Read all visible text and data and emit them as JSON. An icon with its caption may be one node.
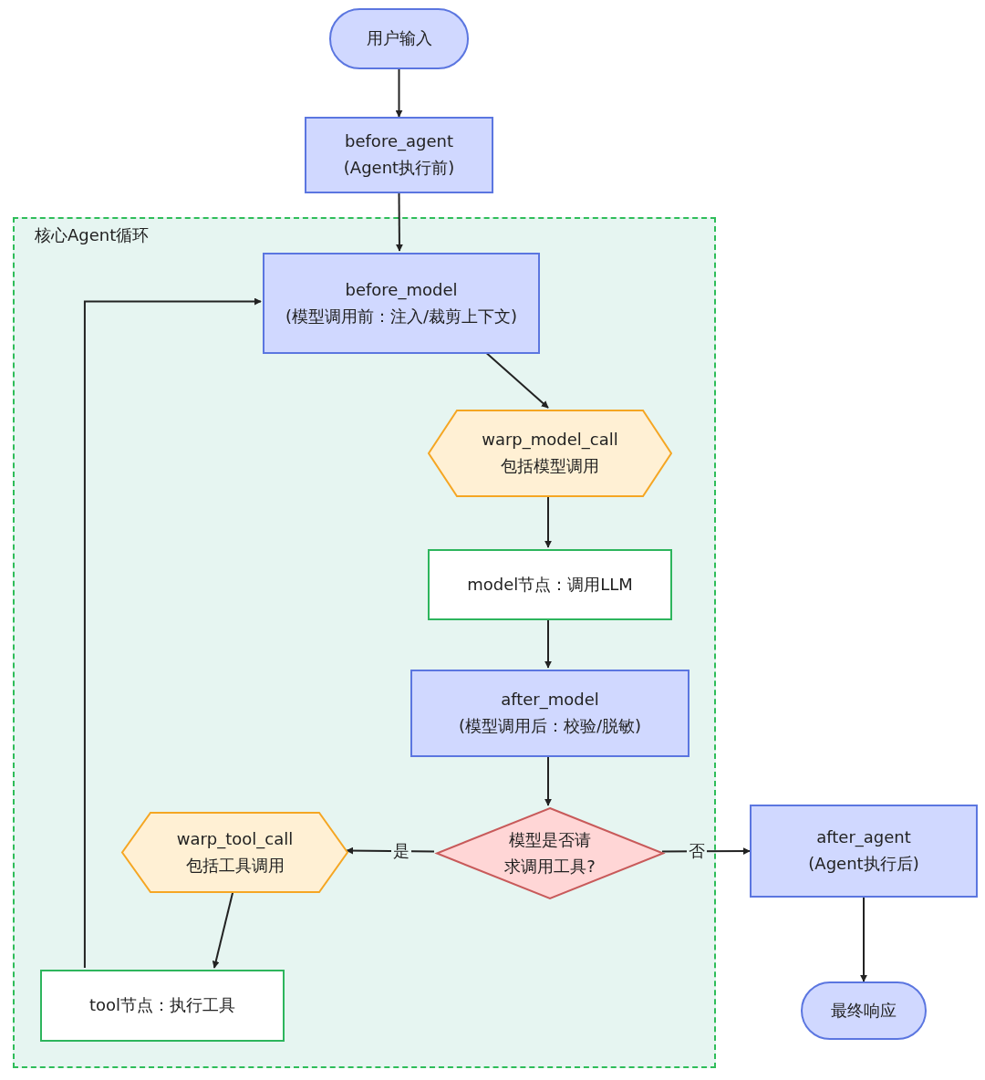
{
  "diagram": {
    "nodes": [
      {
        "text": [
          "用户输入"
        ]
      },
      {
        "text": [
          "before_agent",
          "(Agent执行前)"
        ]
      },
      {
        "text": [
          "核心Agent循环"
        ]
      },
      {
        "text": [
          "before_model",
          "(模型调用前：注入/裁剪上下文)"
        ],
        "in": 2
      },
      {
        "text": [
          "warp_model_call",
          "包括模型调用"
        ],
        "in": 2
      },
      {
        "text": [
          "model节点：调用LLM"
        ],
        "in": 2
      },
      {
        "text": [
          "after_model",
          "(模型调用后：校验/脱敏)"
        ],
        "in": 2
      },
      {
        "text": [
          "模型是否请求调用工具?"
        ],
        "in": 2
      },
      {
        "text": [
          "warp_tool_call",
          "包括工具调用"
        ],
        "in": 2
      },
      {
        "text": [
          "tool节点：执行工具"
        ],
        "in": 2
      },
      {
        "text": [
          "after_agent",
          "(Agent执行后)"
        ]
      },
      {
        "text": [
          "最终响应"
        ]
      }
    ],
    "edges": [
      {
        "from": 0,
        "to": 1,
        "arrow": "to"
      },
      {
        "from": 1,
        "to": 3,
        "arrow": "to"
      },
      {
        "from": 3,
        "to": 4,
        "arrow": "to"
      },
      {
        "from": 4,
        "to": 5,
        "arrow": "to"
      },
      {
        "from": 5,
        "to": 6,
        "arrow": "to"
      },
      {
        "from": 6,
        "to": 7,
        "arrow": "to"
      },
      {
        "from": 7,
        "to": 8,
        "arrow": "to",
        "label": "是"
      },
      {
        "from": 7,
        "to": 10,
        "arrow": "to",
        "label": "否"
      },
      {
        "from": 8,
        "to": 9,
        "arrow": "to"
      },
      {
        "from": 9,
        "to": 3,
        "arrow": "to"
      },
      {
        "from": 10,
        "to": 11,
        "arrow": "to"
      }
    ]
  }
}
